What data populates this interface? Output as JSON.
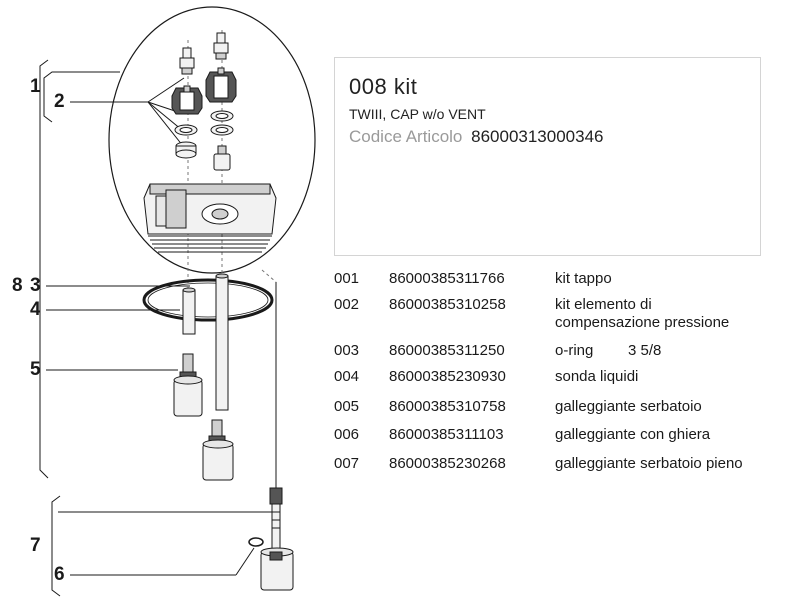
{
  "header": {
    "title": "008  kit",
    "subtitle": "TWIII, CAP w/o VENT",
    "code_label": "Codice Articolo",
    "code_value": "86000313000346"
  },
  "callouts": {
    "c1": "1",
    "c2": "2",
    "c3": "3",
    "c4": "4",
    "c5": "5",
    "c6": "6",
    "c7": "7",
    "c8": "8"
  },
  "parts": [
    {
      "num": "001",
      "code": "86000385311766",
      "desc": "kit tappo",
      "extra": ""
    },
    {
      "num": "002",
      "code": "86000385310258",
      "desc": "kit elemento di",
      "desc2": "compensazione pressione",
      "extra": ""
    },
    {
      "num": "003",
      "code": "86000385311250",
      "desc": "o-ring",
      "extra": "3 5/8"
    },
    {
      "num": "004",
      "code": "86000385230930",
      "desc": "sonda liquidi",
      "extra": ""
    },
    {
      "num": "005",
      "code": "86000385310758",
      "desc": "galleggiante serbatoio",
      "extra": ""
    },
    {
      "num": "006",
      "code": "86000385311103",
      "desc": "galleggiante con ghiera",
      "extra": ""
    },
    {
      "num": "007",
      "code": "86000385230268",
      "desc": "galleggiante serbatoio pieno",
      "extra": ""
    }
  ],
  "colors": {
    "line": "#1a1a1a",
    "fill_light": "#f2f2f2",
    "fill_mid": "#cfcfcf",
    "fill_dark": "#555555",
    "box_border": "#d4d4d4",
    "label_grey": "#9a9a9a"
  }
}
